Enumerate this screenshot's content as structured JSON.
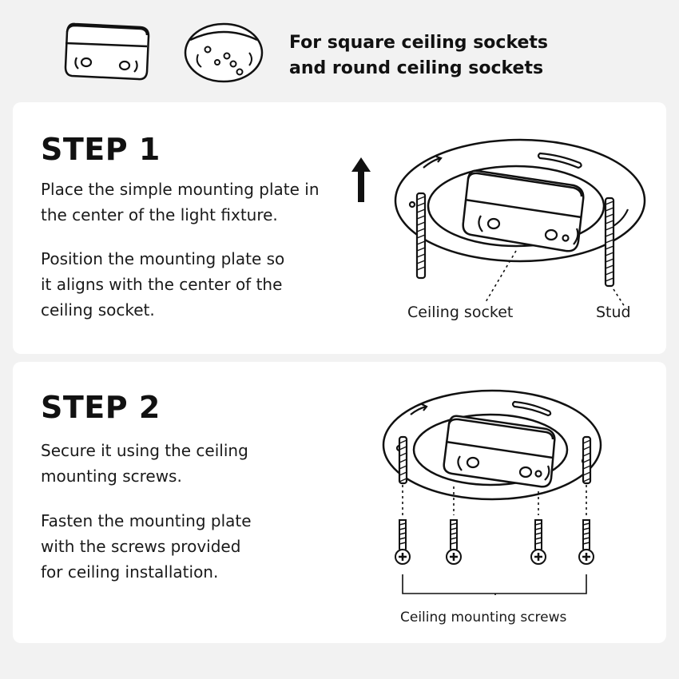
{
  "header": {
    "line1": "For square ceiling sockets",
    "line2": "and round ceiling sockets",
    "icons": [
      "square-ceiling-socket-icon",
      "round-ceiling-socket-icon"
    ]
  },
  "step1": {
    "title": "STEP 1",
    "para1": "Place the simple mounting plate in the center of the light fixture.",
    "para2": "Position the mounting plate so it aligns with the center of the ceiling socket.",
    "label_socket": "Ceiling socket",
    "label_stud": "Stud"
  },
  "step2": {
    "title": "STEP 2",
    "para1": "Secure it using the ceiling mounting screws.",
    "para2": "Fasten the mounting plate with the screws provided for ceiling installation.",
    "label_screws": "Ceiling mounting screws"
  },
  "colors": {
    "background": "#f2f2f2",
    "card": "#ffffff",
    "ink": "#111111"
  }
}
